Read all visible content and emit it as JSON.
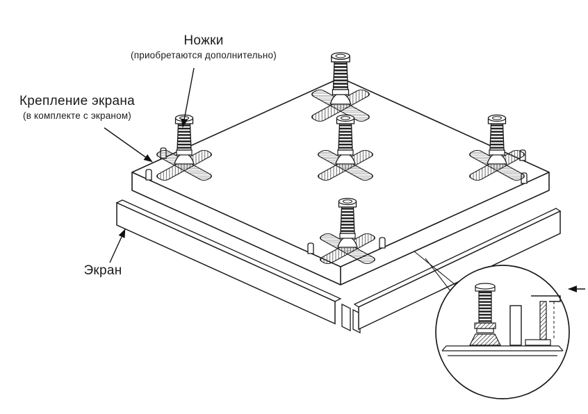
{
  "page": {
    "background": "#ffffff",
    "line_color": "#1a1a1a"
  },
  "labels": {
    "legs": {
      "title": "Ножки",
      "subtitle": "(приобретаются дополнительно)"
    },
    "screen_mount": {
      "title": "Крепление экрана",
      "subtitle": "(в комплекте с экраном)"
    },
    "screen": {
      "title": "Экран"
    }
  },
  "diagram": {
    "type": "isometric-assembly-drawing",
    "legs_count": 5,
    "mount_clips_count": 6,
    "screen_panels_count": 2,
    "detail_callout": {
      "shape": "circle",
      "arrow_direction": "left"
    }
  },
  "icons": {
    "detail_arrow": "arrow-left"
  }
}
